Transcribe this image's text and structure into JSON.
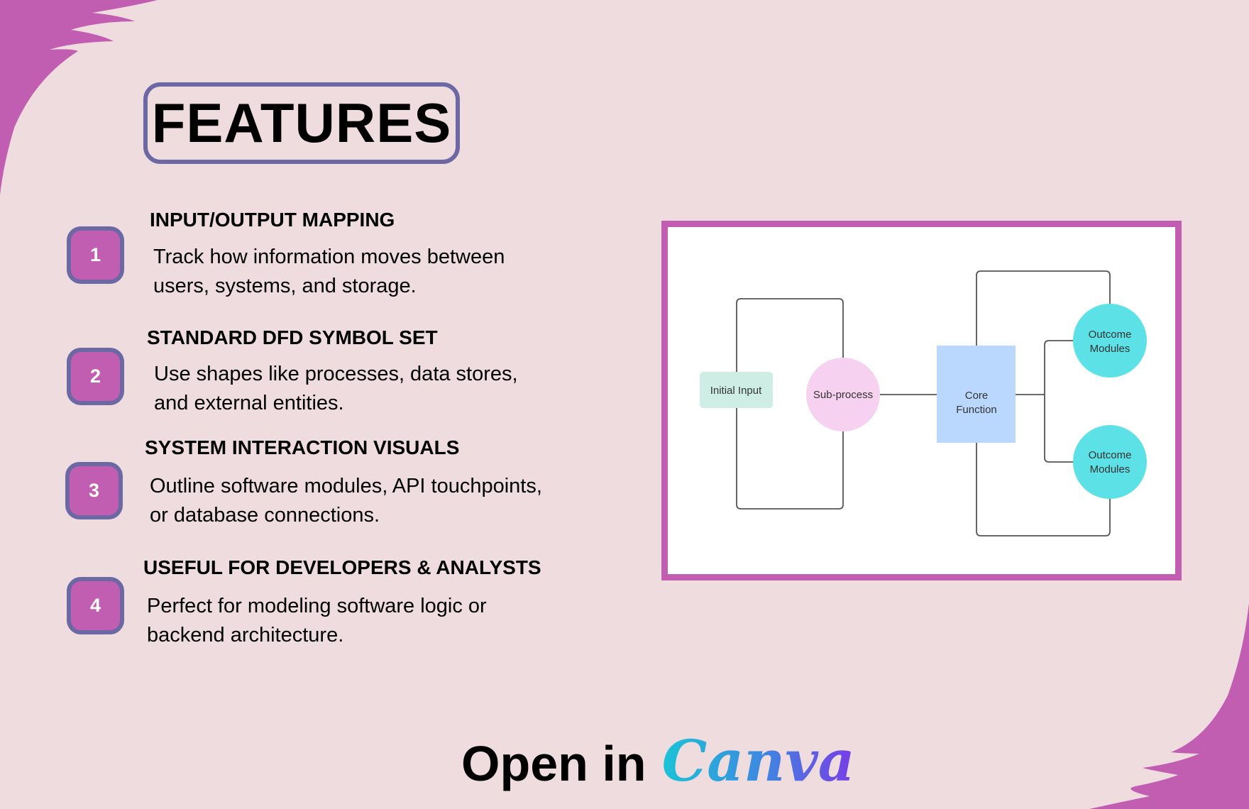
{
  "title": "FEATURES",
  "features": [
    {
      "number": "1",
      "heading": "INPUT/OUTPUT MAPPING",
      "lines": [
        "Track how information moves between",
        "users, systems, and storage."
      ]
    },
    {
      "number": "2",
      "heading": "STANDARD DFD SYMBOL SET",
      "lines": [
        "Use shapes like processes, data stores,",
        "and external entities."
      ]
    },
    {
      "number": "3",
      "heading": "SYSTEM INTERACTION VISUALS",
      "lines": [
        "Outline software modules, API touchpoints,",
        "or database connections."
      ]
    },
    {
      "number": "4",
      "heading": "USEFUL FOR DEVELOPERS & ANALYSTS",
      "lines": [
        "Perfect for modeling software logic or",
        "backend architecture."
      ]
    }
  ],
  "diagram": {
    "initial_input": "Initial Input",
    "sub_process": "Sub-process",
    "core_function": [
      "Core",
      "Function"
    ],
    "outcome_top": [
      "Outcome",
      "Modules"
    ],
    "outcome_bottom": [
      "Outcome",
      "Modules"
    ]
  },
  "cta": {
    "open_label": "Open in",
    "brand": "Canva"
  },
  "colors": {
    "background": "#EFDCDF",
    "accent_pink": "#C25EB2",
    "accent_purple": "#6B68A3",
    "input": "#CDEDE5",
    "subprocess": "#F7D1F0",
    "core": "#BAD7FD",
    "outcome": "#5CE1E6"
  }
}
